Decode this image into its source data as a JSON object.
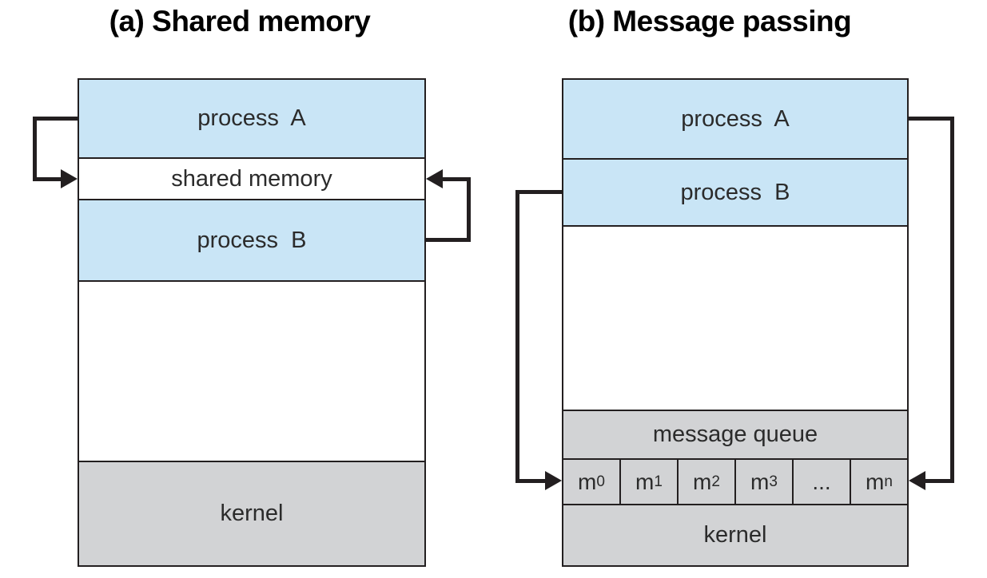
{
  "colors": {
    "process_fill": "#c9e5f6",
    "kernel_fill": "#d2d3d5",
    "line": "#231f20"
  },
  "panel_a": {
    "title": "(a) Shared memory",
    "process_a": "process  A",
    "shared_memory": "shared memory",
    "process_b": "process  B",
    "kernel": "kernel"
  },
  "panel_b": {
    "title": "(b) Message passing",
    "process_a": "process  A",
    "process_b": "process  B",
    "message_queue": "message queue",
    "kernel": "kernel",
    "queue_cells": [
      {
        "base": "m",
        "sub": "0"
      },
      {
        "base": "m",
        "sub": "1"
      },
      {
        "base": "m",
        "sub": "2"
      },
      {
        "base": "m",
        "sub": "3"
      },
      {
        "base": "...",
        "sub": ""
      },
      {
        "base": "m",
        "sub": "n"
      }
    ]
  }
}
